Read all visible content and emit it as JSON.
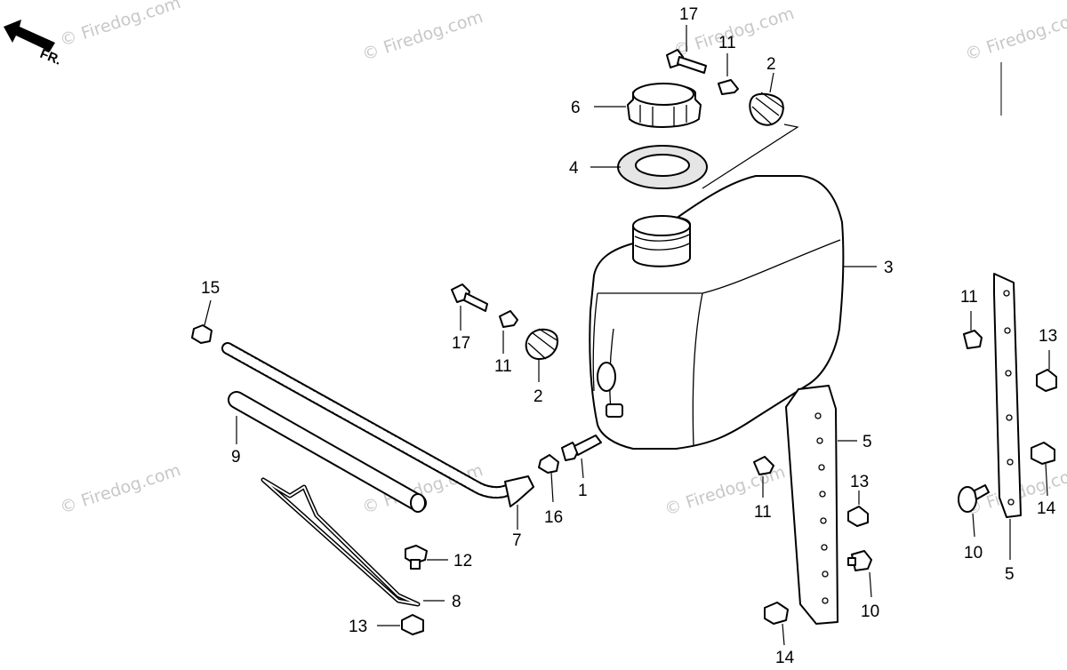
{
  "watermark": "© Firedog.com",
  "front_indicator": "FR.",
  "callouts": [
    {
      "id": "c17a",
      "text": "17"
    },
    {
      "id": "c11a",
      "text": "11"
    },
    {
      "id": "c2a",
      "text": "2"
    },
    {
      "id": "c6",
      "text": "6"
    },
    {
      "id": "c4",
      "text": "4"
    },
    {
      "id": "c3",
      "text": "3"
    },
    {
      "id": "c15",
      "text": "15"
    },
    {
      "id": "c17b",
      "text": "17"
    },
    {
      "id": "c11b",
      "text": "11"
    },
    {
      "id": "c2b",
      "text": "2"
    },
    {
      "id": "c9",
      "text": "9"
    },
    {
      "id": "c1",
      "text": "1"
    },
    {
      "id": "c16",
      "text": "16"
    },
    {
      "id": "c7",
      "text": "7"
    },
    {
      "id": "c12",
      "text": "12"
    },
    {
      "id": "c8",
      "text": "8"
    },
    {
      "id": "c13a",
      "text": "13"
    },
    {
      "id": "c11c",
      "text": "11"
    },
    {
      "id": "c5a",
      "text": "5"
    },
    {
      "id": "c13b",
      "text": "13"
    },
    {
      "id": "c10a",
      "text": "10"
    },
    {
      "id": "c14a",
      "text": "14"
    },
    {
      "id": "c11d",
      "text": "11"
    },
    {
      "id": "c13c",
      "text": "13"
    },
    {
      "id": "c14b",
      "text": "14"
    },
    {
      "id": "c10b",
      "text": "10"
    },
    {
      "id": "c5b",
      "text": "5"
    }
  ]
}
